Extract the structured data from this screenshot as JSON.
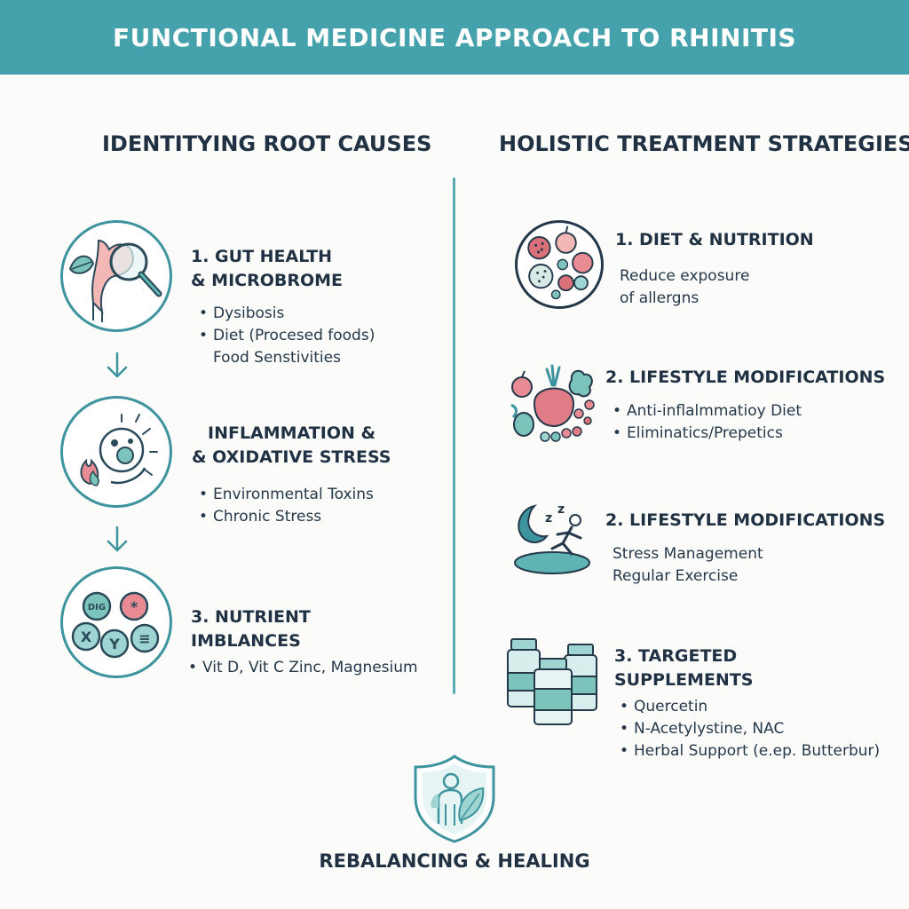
{
  "banner": {
    "title": "FUNCTIONAL MEDICINE APPROACH TO RHINITIS"
  },
  "left": {
    "heading": "IDENTITYING ROOT CAUSES",
    "items": [
      {
        "title": [
          "1. GUT HEALTH",
          "& MICROBROME"
        ],
        "icon": "gut-magnifier-icon",
        "lines": [
          {
            "text": "Dysibosis",
            "bullet": true
          },
          {
            "text": "Diet (Procesed foods)",
            "bullet": true
          },
          {
            "text": "Food Senstivities",
            "bullet": false
          }
        ]
      },
      {
        "title": [
          "INFLAMMATION &",
          "& OXIDATIVE STRESS"
        ],
        "icon": "inflammation-cell-icon",
        "lines": [
          {
            "text": "Environmental Toxins",
            "bullet": true
          },
          {
            "text": "Chronic Stress",
            "bullet": true
          }
        ]
      },
      {
        "title": [
          "3. NUTRIENT",
          "IMBLANCES"
        ],
        "icon": "nutrient-tablets-icon",
        "lines": [
          {
            "text": "Vit D, Vit C Zinc, Magnesium",
            "bullet": true
          }
        ]
      }
    ]
  },
  "right": {
    "heading": "HOLISTIC TREATMENT STRATEGIES",
    "items": [
      {
        "title": [
          "1. DIET & NUTRITION"
        ],
        "icon": "food-plate-icon",
        "lines": [
          {
            "text": "Reduce exposure",
            "bullet": false
          },
          {
            "text": "of allergns",
            "bullet": false
          }
        ]
      },
      {
        "title": [
          "2. LIFESTYLE MODIFICATIONS"
        ],
        "icon": "produce-icon",
        "lines": [
          {
            "text": "Anti-inflalmmatioy Diet",
            "bullet": true
          },
          {
            "text": "Eliminatics/Prepetics",
            "bullet": true
          }
        ]
      },
      {
        "title": [
          "2. LIFESTYLE MODIFICATIONS"
        ],
        "icon": "sleep-exercise-icon",
        "lines": [
          {
            "text": "Stress Management",
            "bullet": false
          },
          {
            "text": "Regular Exercise",
            "bullet": false
          }
        ]
      },
      {
        "title": [
          "3. TARGETED",
          "SUPPLEMENTS"
        ],
        "icon": "supplement-bottles-icon",
        "lines": [
          {
            "text": "Quercetin",
            "bullet": true
          },
          {
            "text": "N-Acetylystine, NAC",
            "bullet": true
          },
          {
            "text": "Herbal Support (e.ep. Butterbur)",
            "bullet": true
          }
        ]
      }
    ]
  },
  "icon_labels": {
    "tablets": [
      "DIG",
      "*",
      "X",
      "Y",
      "≡"
    ]
  },
  "footer": {
    "label": "REBALANCING & HEALING",
    "icon": "shield-person-leaf-icon"
  },
  "colors": {
    "banner": "#45a2ac",
    "teal": "#3e949e",
    "light_teal": "#9ed4d2",
    "pink": "#e98b93",
    "navy": "#1f3142"
  }
}
